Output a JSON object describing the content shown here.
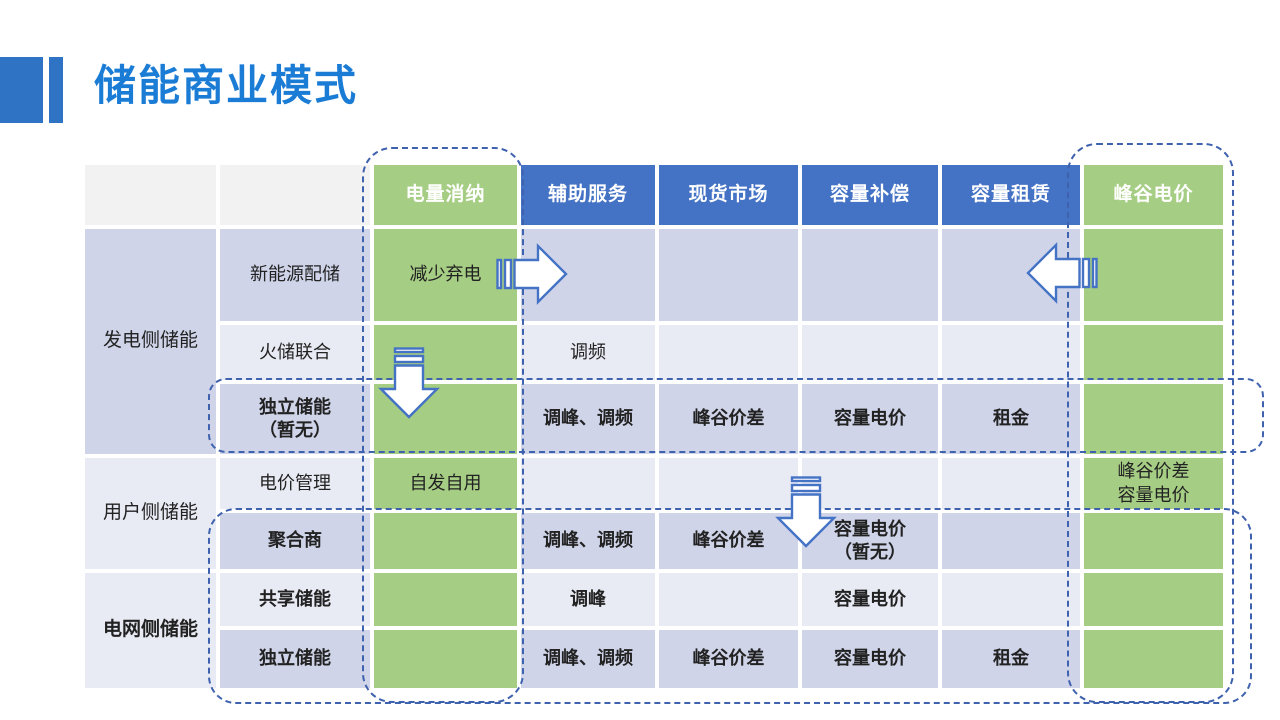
{
  "title": "储能商业模式",
  "colors": {
    "title_blue": "#1B7CD6",
    "accent_blue": "#2E73C4",
    "header_blue": "#4472C4",
    "green": "#A6CD84",
    "row_dark": "#CFD4E9",
    "row_light": "#E9EBF4",
    "corner_gray": "#F2F2F2",
    "dash_blue": "#3F62AE",
    "arrow_stroke": "#4472C4",
    "text_dark": "#222222"
  },
  "table": {
    "headers": [
      "电量消纳",
      "辅助服务",
      "现货市场",
      "容量补偿",
      "容量租赁",
      "峰谷电价"
    ],
    "groups": [
      "发电侧储能",
      "用户侧储能",
      "电网侧储能"
    ],
    "rows": [
      {
        "label": "新能源配储",
        "cells": [
          "减少弃电",
          "",
          "",
          "",
          "",
          ""
        ]
      },
      {
        "label": "火储联合",
        "cells": [
          "",
          "调频",
          "",
          "",
          "",
          ""
        ]
      },
      {
        "label": "独立储能\n（暂无）",
        "cells": [
          "",
          "调峰、调频",
          "峰谷价差",
          "容量电价",
          "租金",
          ""
        ]
      },
      {
        "label": "电价管理",
        "cells": [
          "自发自用",
          "",
          "",
          "",
          "",
          "峰谷价差\n容量电价"
        ]
      },
      {
        "label": "聚合商",
        "cells": [
          "",
          "调峰、调频",
          "峰谷价差",
          "容量电价\n（暂无）",
          "",
          ""
        ]
      },
      {
        "label": "共享储能",
        "cells": [
          "",
          "调峰",
          "",
          "容量电价",
          "",
          ""
        ]
      },
      {
        "label": "独立储能",
        "cells": [
          "",
          "调峰、调频",
          "峰谷价差",
          "容量电价",
          "租金",
          ""
        ]
      }
    ]
  },
  "annotations": {
    "arrows": [
      {
        "name": "striped-right-arrow",
        "direction": "right"
      },
      {
        "name": "striped-left-arrow",
        "direction": "left"
      },
      {
        "name": "striped-down-arrow-generation",
        "direction": "down"
      },
      {
        "name": "striped-down-arrow-user",
        "direction": "down"
      }
    ],
    "highlights": [
      "电量消纳列",
      "峰谷电价列",
      "独立储能（暂无）行",
      "聚合商/共享储能/独立储能行"
    ]
  }
}
